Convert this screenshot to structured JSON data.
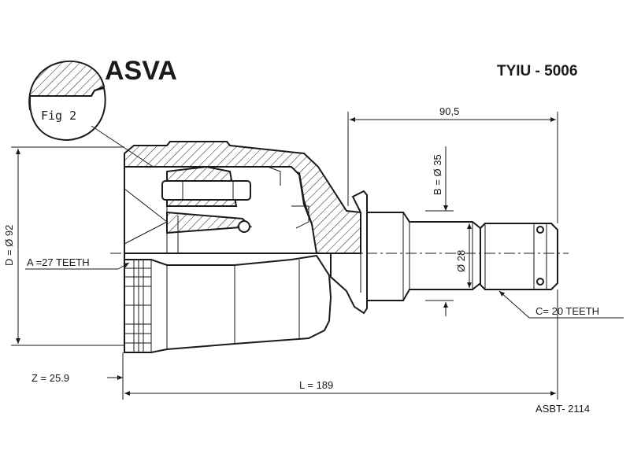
{
  "header": {
    "brand": "ASVA",
    "part_code": "TYIU - 5006"
  },
  "figure": {
    "label": "Fig 2"
  },
  "dimensions": {
    "shaft_length": "90,5",
    "b_diameter": "B = Ø 35",
    "stem_diameter": "Ø 28",
    "d_diameter": "D = Ø 92",
    "a_teeth": "A =27 TEETH",
    "c_teeth": "C= 20 TEETH",
    "z_value": "Z = 25.9",
    "total_length": "L = 189"
  },
  "footer": {
    "catalog_code": "ASBT- 2114"
  }
}
